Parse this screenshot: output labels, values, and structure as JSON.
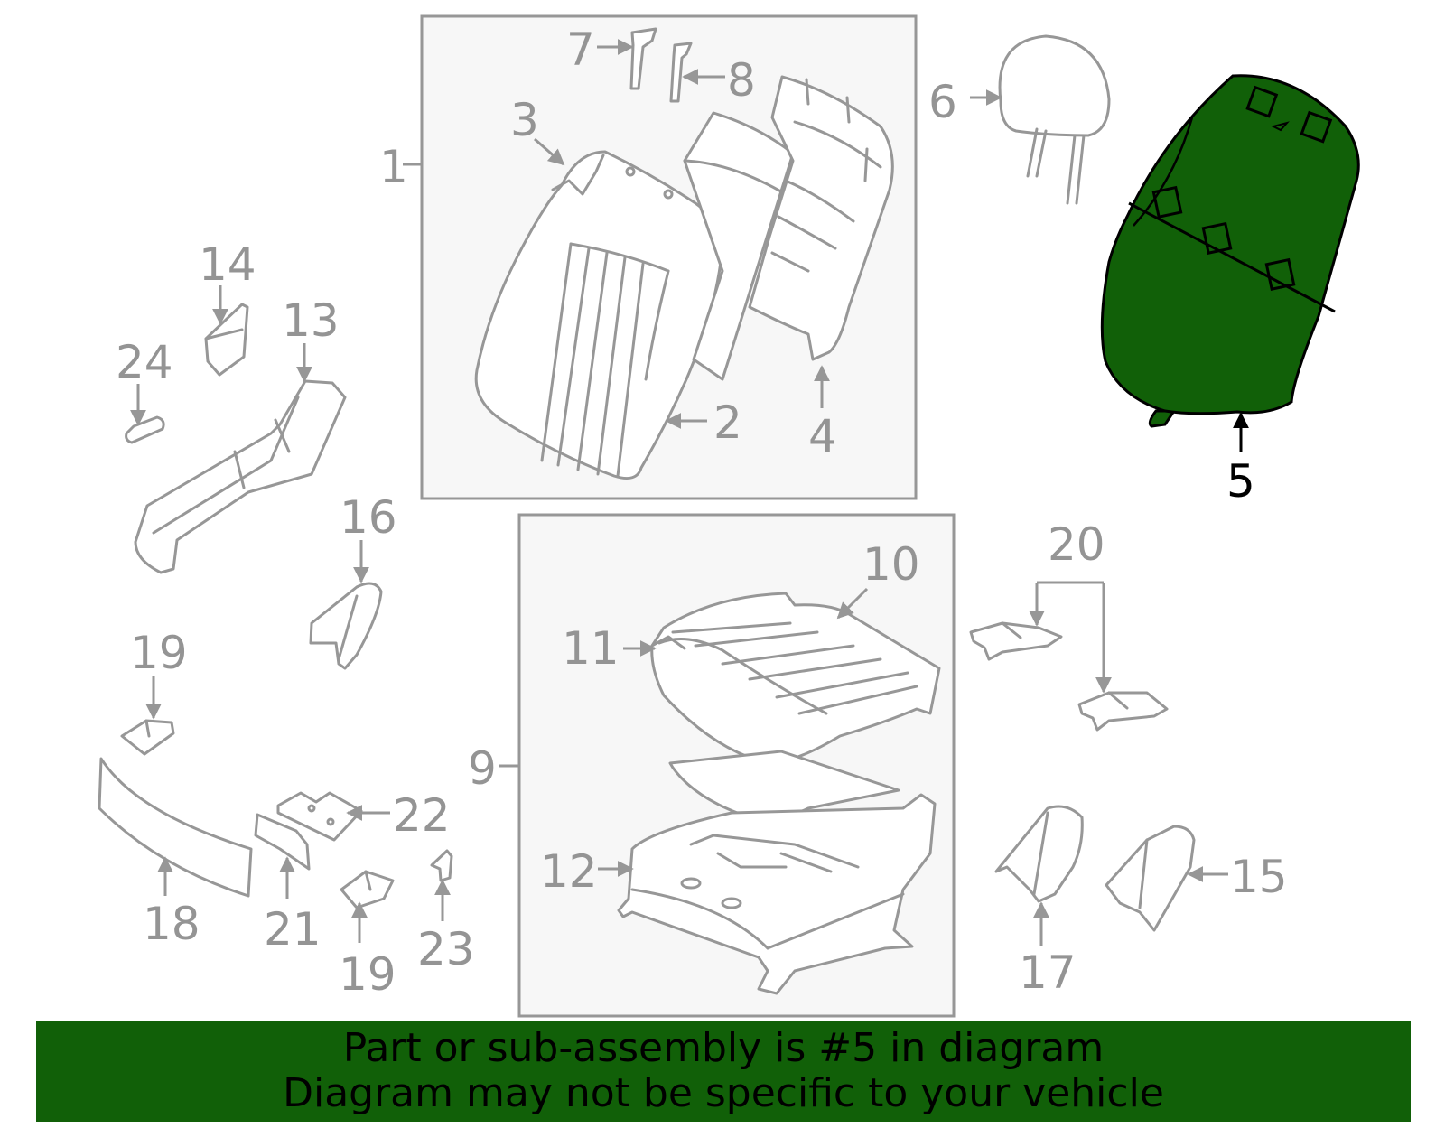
{
  "diagram": {
    "highlight_color": "#116008",
    "highlighted_part": "5",
    "callouts": [
      "1",
      "2",
      "3",
      "4",
      "5",
      "6",
      "7",
      "8",
      "9",
      "10",
      "11",
      "12",
      "13",
      "14",
      "15",
      "16",
      "17",
      "18",
      "19",
      "19",
      "20",
      "21",
      "22",
      "23",
      "24"
    ]
  },
  "banner": {
    "line1": "Part or sub-assembly is #5 in diagram",
    "line2": "Diagram may not be specific to your vehicle"
  }
}
